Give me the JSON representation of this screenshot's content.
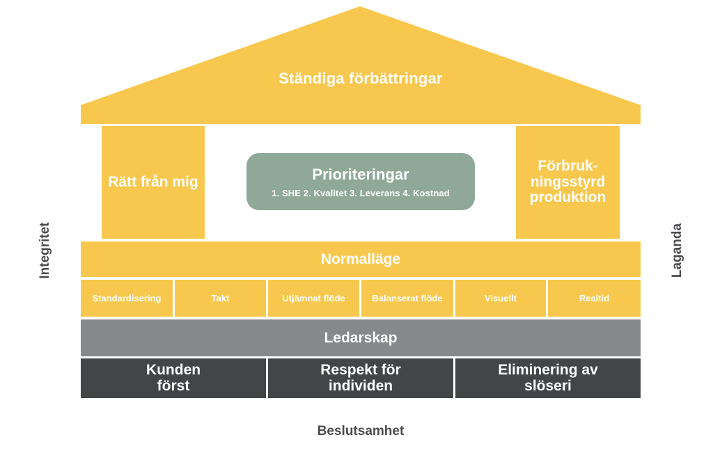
{
  "roof": {
    "title": "Ständiga förbättringar"
  },
  "pillars": {
    "left": "Rätt från mig",
    "right": "Förbruk-ningsstyrd produktion"
  },
  "priorities": {
    "title": "Prioriteringar",
    "subtitle": "1. SHE  2. Kvalitet  3. Leverans  4. Kostnad"
  },
  "foundation": {
    "normal": "Normalläge",
    "tools": [
      "Standardisering",
      "Takt",
      "Utjämnat flöde",
      "Balanserat flöde",
      "Visuellt",
      "Realtid"
    ],
    "leadership": "Ledarskap",
    "principles": [
      "Kunden först",
      "Respekt för individen",
      "Eliminering av slöseri"
    ]
  },
  "values": {
    "left": "Integritet",
    "right": "Laganda",
    "bottom": "Beslutsamhet"
  },
  "colors": {
    "yellow": "#f8c84e",
    "green": "#8fa898",
    "grey": "#87888c",
    "dark": "#434549",
    "text": "#4a4b4f"
  }
}
